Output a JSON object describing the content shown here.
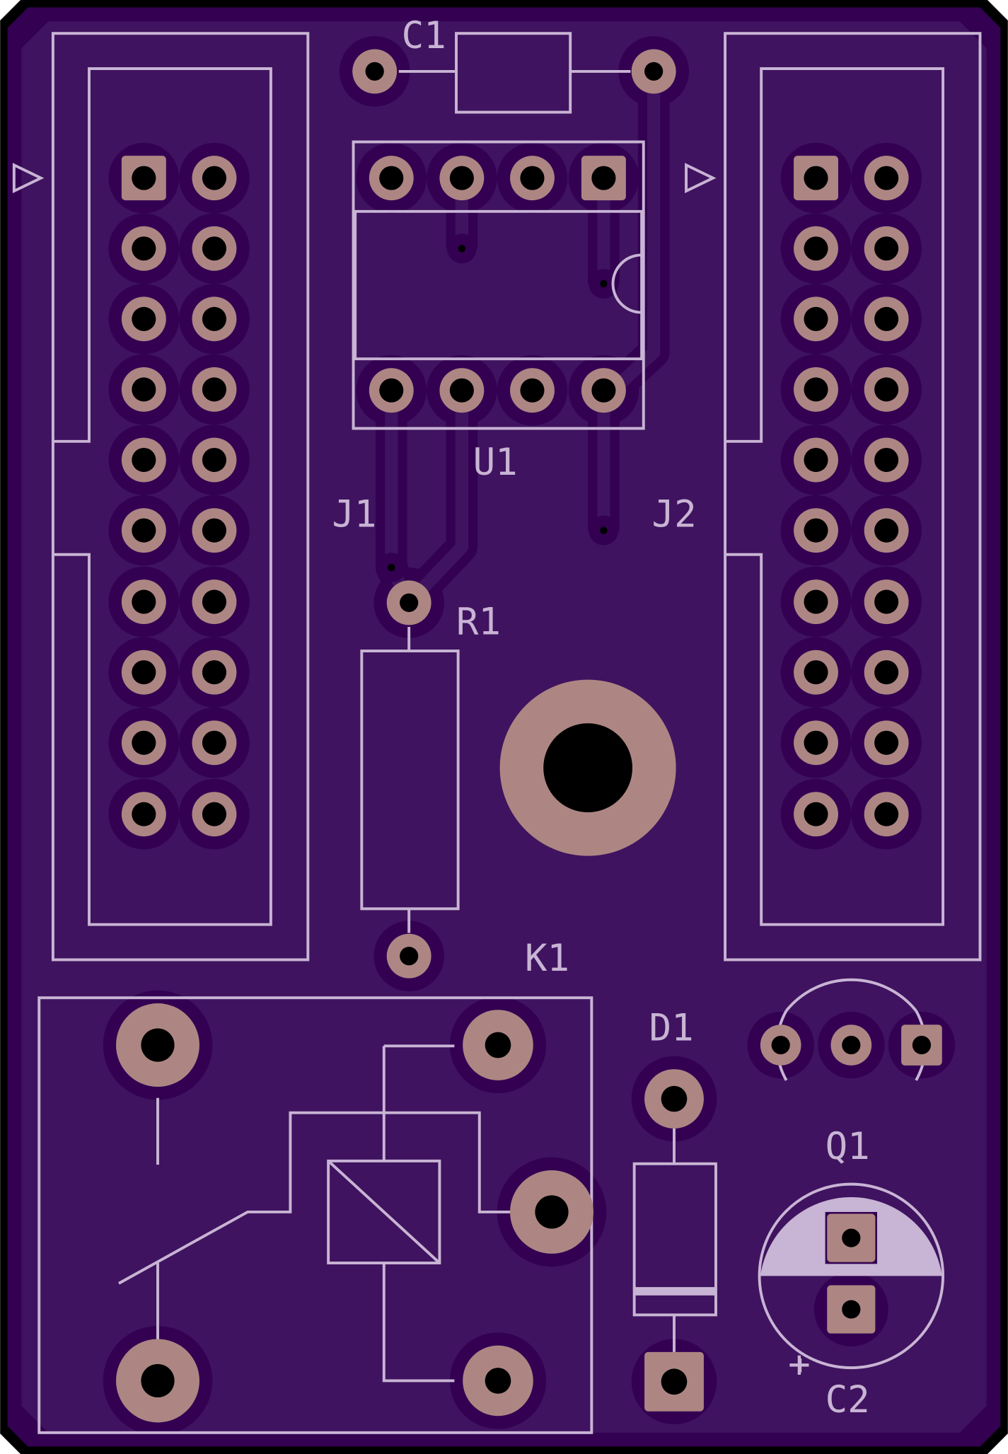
{
  "colors": {
    "outline": "#000000",
    "board": "#3f135f",
    "clearance": "#330052",
    "copper": "#ad8683",
    "silk": "#c8b4d4",
    "drill": "#000000"
  },
  "labels": {
    "c1": "C1",
    "u1": "U1",
    "j1": "J1",
    "j2": "J2",
    "r1": "R1",
    "k1": "K1",
    "d1": "D1",
    "q1": "Q1",
    "c2": "C2",
    "c2_plus": "+"
  }
}
